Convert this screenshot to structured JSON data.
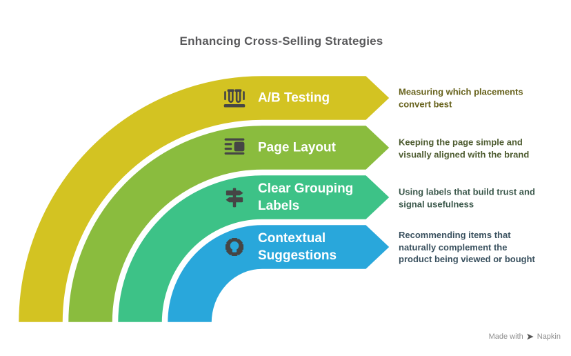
{
  "title": "Enhancing Cross-Selling Strategies",
  "colors": {
    "background": "#ffffff",
    "title_text": "#58585a",
    "icon_dark": "#454545",
    "band_stroke": "#ffffff",
    "footer_text": "#8e8e8e"
  },
  "steps": [
    {
      "label": "A/B Testing",
      "description": "Measuring which placements\nconvert best",
      "band_color": "#d3c322",
      "desc_color": "#66611b",
      "icon": "test-tubes-icon"
    },
    {
      "label": "Page Layout",
      "description": "Keeping the page simple and\nvisually aligned with the brand",
      "band_color": "#8abc3e",
      "desc_color": "#4e5c31",
      "icon": "page-layout-icon"
    },
    {
      "label": "Clear Grouping\nLabels",
      "description": "Using labels that build trust and\nsignal usefulness",
      "band_color": "#3dc287",
      "desc_color": "#3a574a",
      "icon": "signpost-icon"
    },
    {
      "label": "Contextual\nSuggestions",
      "description": "Recommending items that\nnaturally complement the\nproduct being viewed or bought",
      "band_color": "#29a7db",
      "desc_color": "#3a515f",
      "icon": "gear-idea-icon"
    }
  ],
  "footer": {
    "made_with": "Made with",
    "brand": "Napkin"
  }
}
